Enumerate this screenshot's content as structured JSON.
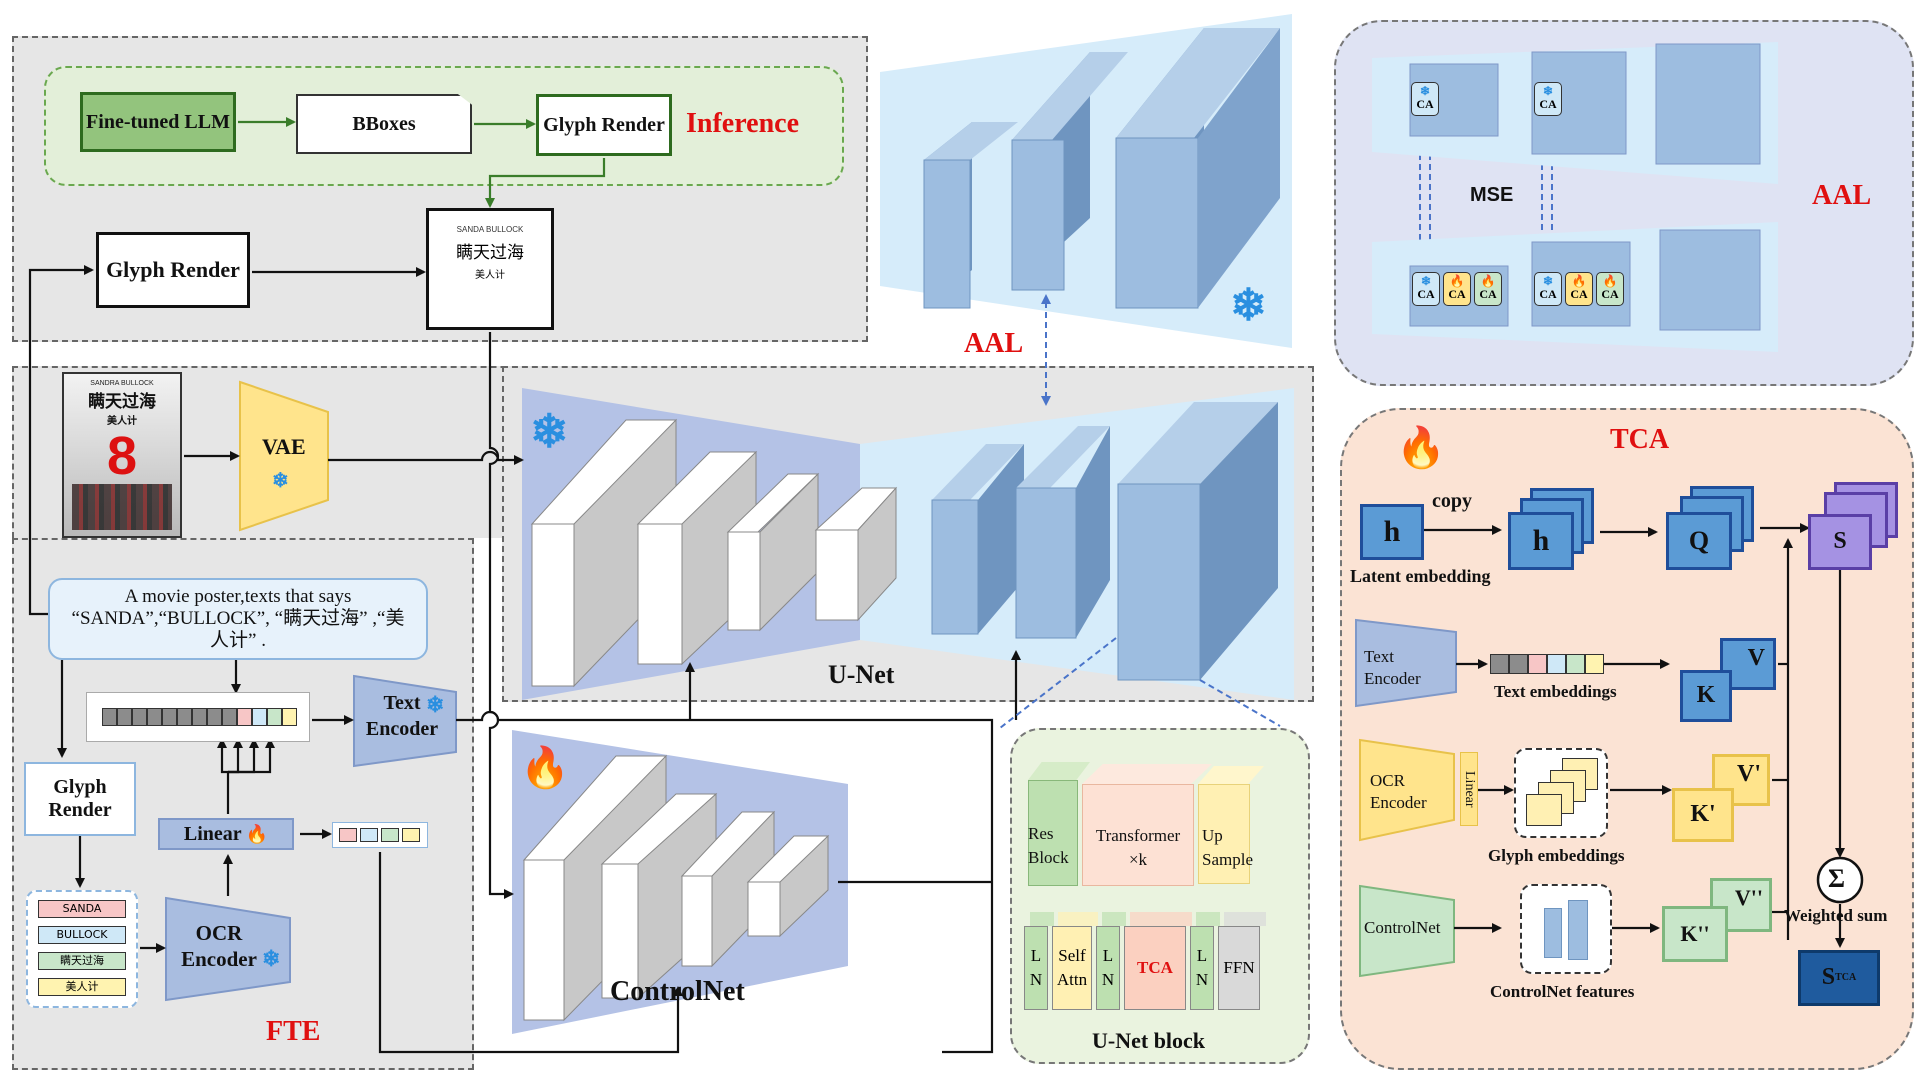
{
  "inference": {
    "title": "Inference",
    "llm": "Fine-tuned LLM",
    "bboxes": "BBoxes",
    "glyph_render": "Glyph Render"
  },
  "glyph_render_main": "Glyph Render",
  "poster_glyph": {
    "line1": "SANDA BULLOCK",
    "line2": "瞒天过海",
    "line3": "美人计"
  },
  "poster_image": {
    "line1": "SANDRA BULLOCK",
    "line2": "瞒天过海",
    "line3": "美人计",
    "numeral": "8"
  },
  "vae": "VAE",
  "unet_label": "U-Net",
  "controlnet_label": "ControlNet",
  "aal_label": "AAL",
  "fte": {
    "label": "FTE",
    "prompt": "A movie poster,texts that says “SANDA”,“BULLOCK”, “瞒天过海” ,“美人计” .",
    "text_encoder": "Text Encoder",
    "linear": "Linear",
    "glyph_render": "Glyph Render",
    "ocr_encoder": "OCR Encoder",
    "words": [
      "SANDA",
      "BULLOCK",
      "瞒天过海",
      "美人计"
    ],
    "word_colors": [
      "#f7c6c6",
      "#cfe8f7",
      "#c8e6c9",
      "#fff3b0"
    ]
  },
  "unet_block": {
    "title": "U-Net block",
    "res_block": "Res Block",
    "transformer": "Transformer ×k",
    "up_sample": "Up Sample",
    "ln": "L N",
    "self_attn": "Self Attn",
    "tca": "TCA",
    "ffn": "FFN"
  },
  "aal_panel": {
    "title": "AAL",
    "mse": "MSE",
    "ca": "CA"
  },
  "tca_panel": {
    "title": "TCA",
    "copy": "copy",
    "h": "h",
    "latent_embedding": "Latent embedding",
    "q": "Q",
    "s": "S",
    "text_encoder": "Text Encoder",
    "text_embeddings": "Text embeddings",
    "k": "K",
    "v": "V",
    "ocr_encoder": "OCR Encoder",
    "linear": "Linear",
    "glyph_embeddings": "Glyph embeddings",
    "k_prime": "K'",
    "v_prime": "V'",
    "controlnet": "ControlNet",
    "controlnet_features": "ControlNet features",
    "k_dprime": "K''",
    "v_dprime": "V''",
    "sigma": "Σ",
    "weighted_sum": "Weighted sum",
    "s_tca": "S",
    "s_tca_sub": "TCA"
  },
  "colors": {
    "gray_region": "#e4e4e4",
    "green_region": "#e3efd9",
    "tca_region": "#fbe3d4",
    "aal_region": "#dfe3f3",
    "blue_light": "#d6ecfa",
    "blue_block": "#9dbde0",
    "red_text": "#e01010"
  }
}
